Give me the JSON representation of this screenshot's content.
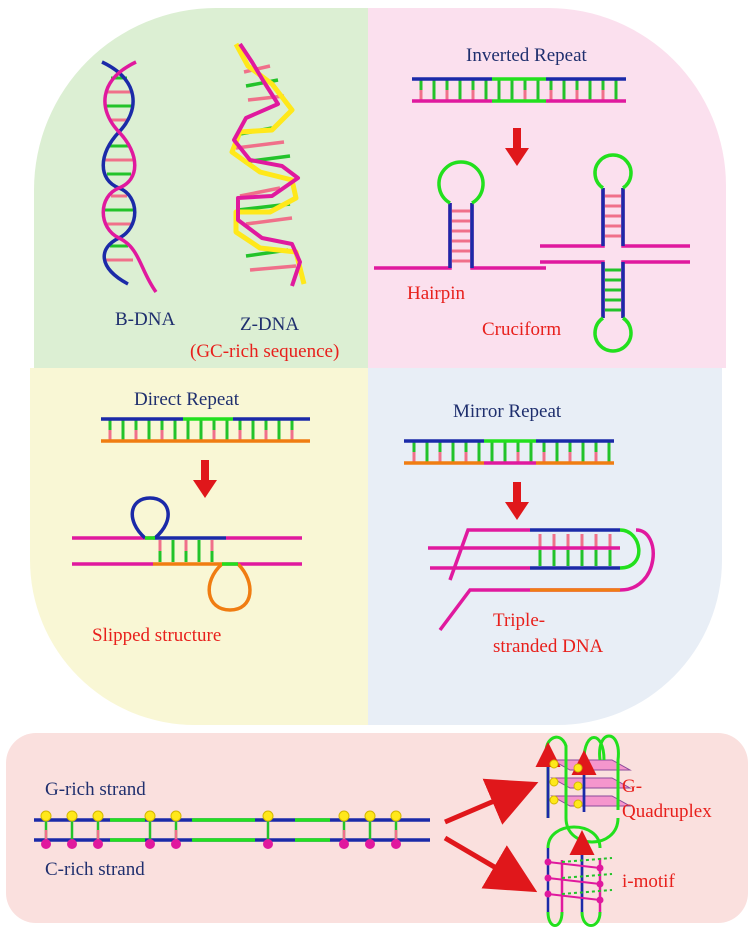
{
  "panels": {
    "helix": {
      "b_dna_label": "B-DNA",
      "z_dna_label": "Z-DNA",
      "z_dna_note": "(GC-rich sequence)"
    },
    "inverted": {
      "title": "Inverted Repeat",
      "hairpin_label": "Hairpin",
      "cruciform_label": "Cruciform"
    },
    "direct": {
      "title": "Direct Repeat",
      "slipped_label": "Slipped structure"
    },
    "mirror": {
      "title": "Mirror Repeat",
      "triple_label_1": "Triple-",
      "triple_label_2": "stranded DNA"
    },
    "g_rich": {
      "g_strand_label": "G-rich strand",
      "c_strand_label": "C-rich strand",
      "quadruplex_label_1": "G-",
      "quadruplex_label_2": "Quadruplex",
      "imotif_label": "i-motif"
    }
  },
  "colors": {
    "strand_blue": "#1b2aa8",
    "strand_pink": "#e0199e",
    "strand_green": "#22e01d",
    "strand_orange": "#f07d12",
    "strand_yellow": "#ffe81a",
    "arrow_red": "#e0171b",
    "label_navy": "#1f2f6e",
    "label_red": "#e8201c"
  }
}
